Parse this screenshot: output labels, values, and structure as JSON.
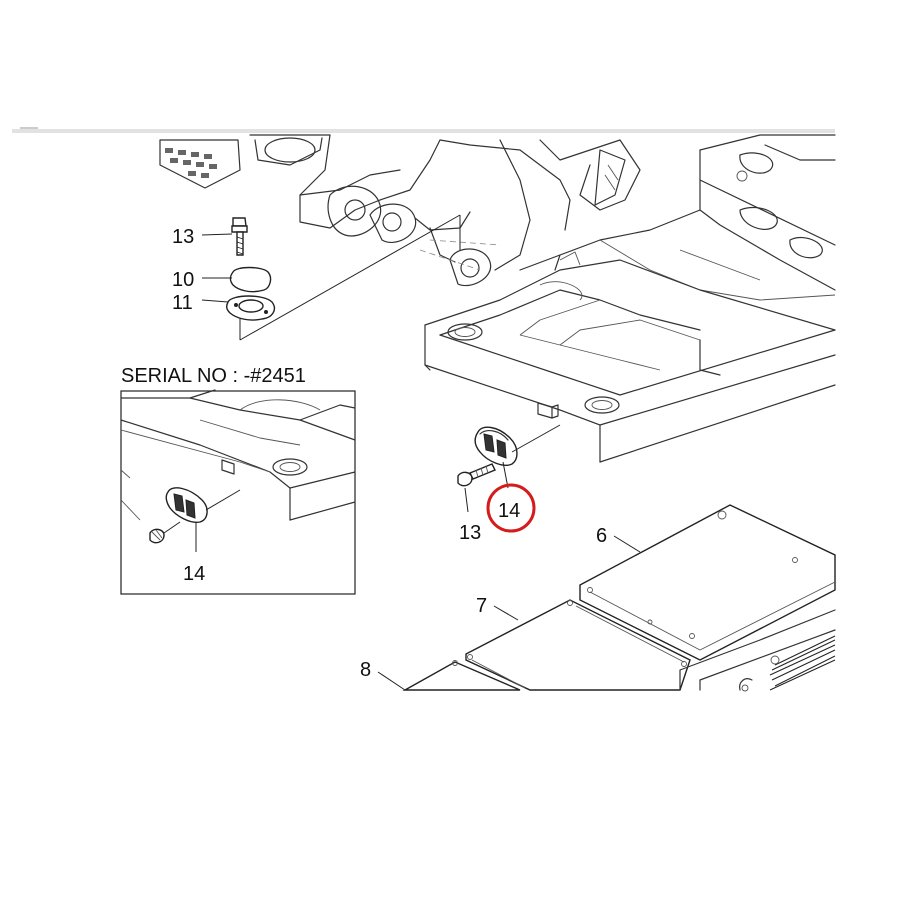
{
  "serial_note": "SERIAL NO : -#2451",
  "callouts": {
    "c13_top": "13",
    "c10": "10",
    "c11": "11",
    "c14_main": "14",
    "c13_main": "13",
    "c14_inset": "14",
    "c6": "6",
    "c7": "7",
    "c8": "8"
  },
  "highlight": {
    "part": "14",
    "color": "#d41c1c"
  },
  "colors": {
    "line": "#333333",
    "background": "#ffffff"
  }
}
